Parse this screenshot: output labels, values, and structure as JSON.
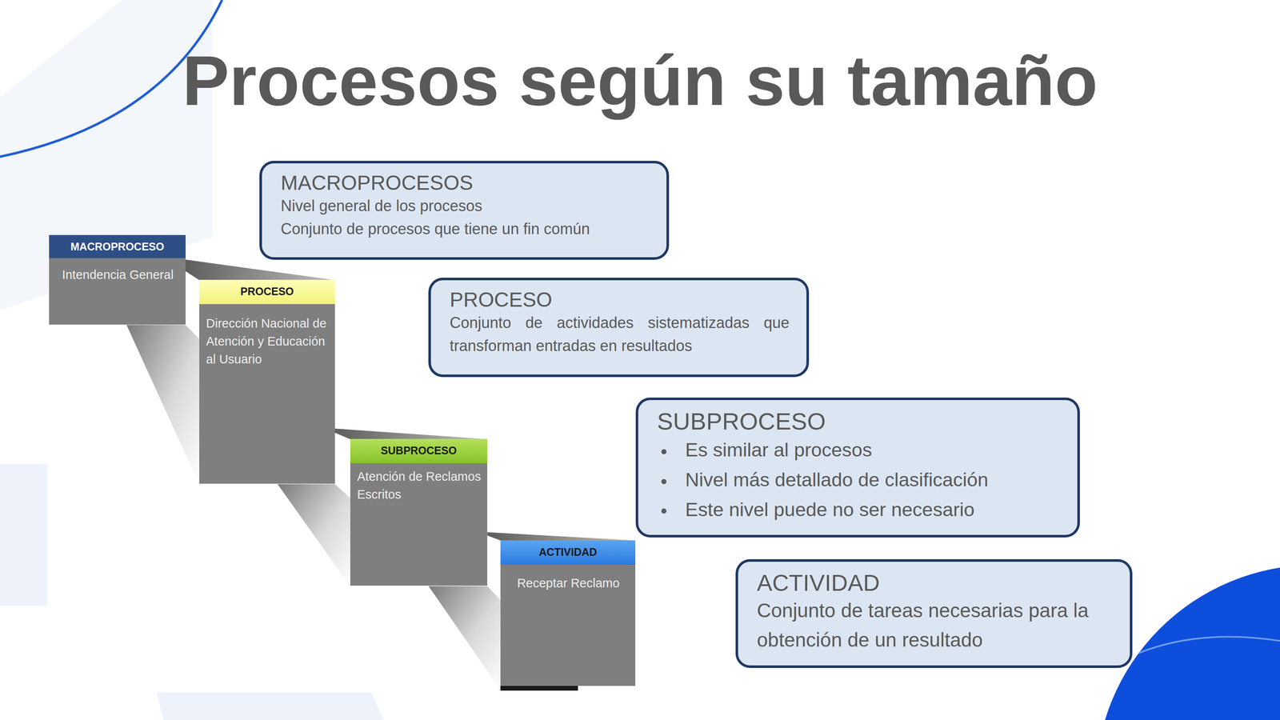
{
  "diagram": {
    "title": "Procesos según su tamaño",
    "nodes": [
      {
        "text": [
          "MACROPROCESO",
          "Intendencia General"
        ]
      },
      {
        "text": [
          "PROCESO",
          "Dirección Nacional de Atención y Educación al Usuario"
        ]
      },
      {
        "text": [
          "SUBPROCESO",
          "Atención de Reclamos Escritos"
        ]
      },
      {
        "text": [
          "ACTIVIDAD",
          "Receptar Reclamo"
        ]
      },
      {
        "text": [
          "MACROPROCESOS",
          "Nivel general de los procesos",
          "Conjunto de procesos que tiene un fin común"
        ]
      },
      {
        "text": [
          "PROCESO",
          "Conjunto de actividades sistematizadas que transforman entradas en resultados"
        ]
      },
      {
        "text": [
          "SUBPROCESO",
          "Es similar al procesos",
          "Nivel más detallado de clasificación",
          "Este nivel puede no ser necesario"
        ]
      },
      {
        "text": [
          "ACTIVIDAD",
          "Conjunto de tareas necesarias para la obtención de un resultado"
        ]
      }
    ]
  }
}
